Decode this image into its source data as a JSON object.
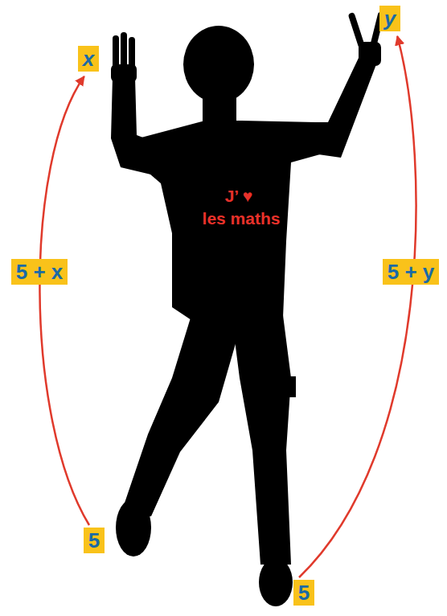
{
  "diagram": {
    "nodes": [
      {
        "text": [
          "x"
        ]
      },
      {
        "text": [
          "y"
        ]
      },
      {
        "text": [
          "5"
        ]
      },
      {
        "text": [
          "5"
        ]
      }
    ],
    "edges": [
      {
        "from": 2,
        "to": 0,
        "label": "5 + x",
        "arrow": "to"
      },
      {
        "from": 3,
        "to": 1,
        "label": "5 + y",
        "arrow": "to"
      }
    ],
    "labels": [
      "J’ ♥",
      "les maths"
    ]
  }
}
